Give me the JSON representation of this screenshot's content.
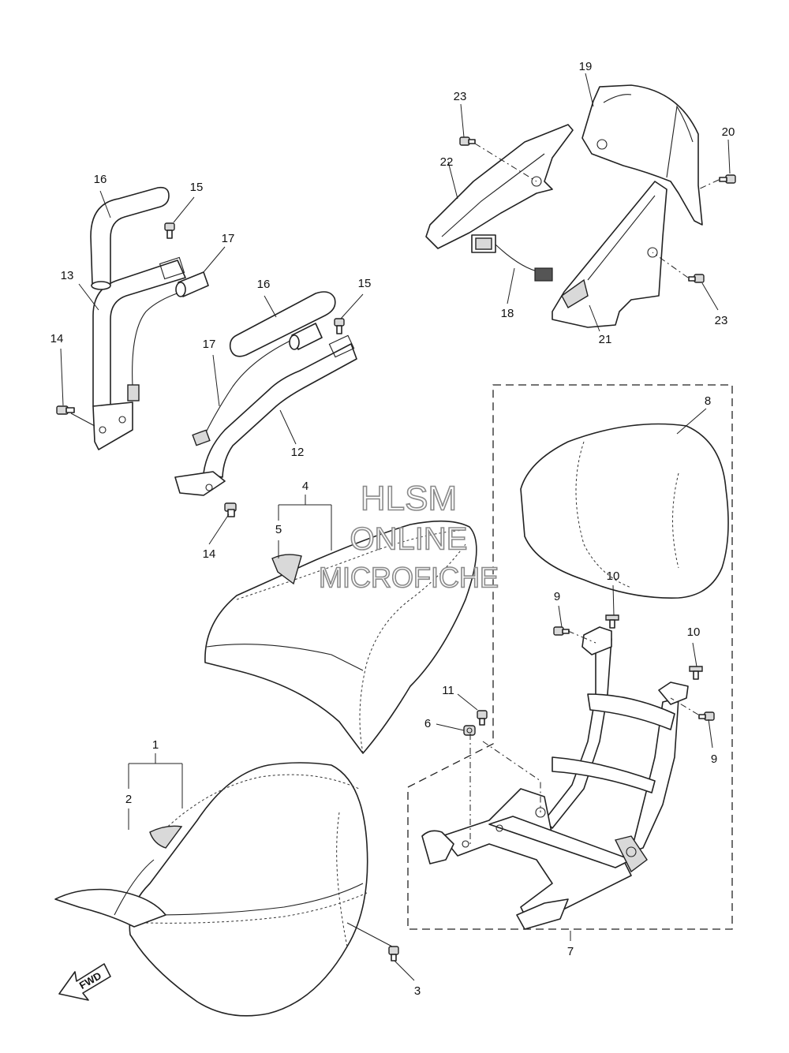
{
  "watermark": {
    "line1": "HLSM",
    "line2": "ONLINE",
    "line3": "MICROFICHE"
  },
  "fwd_label": "FWD",
  "callouts": {
    "c1": "1",
    "c2": "2",
    "c3": "3",
    "c4": "4",
    "c5": "5",
    "c6": "6",
    "c7": "7",
    "c8": "8",
    "c9a": "9",
    "c9b": "9",
    "c10a": "10",
    "c10b": "10",
    "c11": "11",
    "c12": "12",
    "c13": "13",
    "c14a": "14",
    "c14b": "14",
    "c15a": "15",
    "c15b": "15",
    "c16a": "16",
    "c16b": "16",
    "c17a": "17",
    "c17b": "17",
    "c18": "18",
    "c19": "19",
    "c20": "20",
    "c21": "21",
    "c22": "22",
    "c23a": "23",
    "c23b": "23"
  }
}
